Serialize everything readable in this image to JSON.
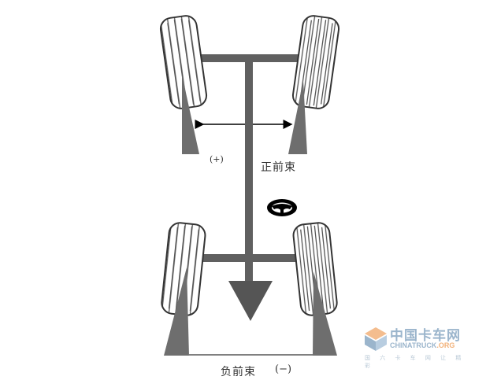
{
  "labels": {
    "positive_sign": "(+)",
    "toe_in": "正前束",
    "toe_out": "负前束",
    "negative_sign": "(−)"
  },
  "watermark": {
    "name_cn": "中国卡车网",
    "name_en_main": "CHINATRUCK",
    "name_en_suffix": ".ORG",
    "tagline": "国 六 卡 车 网 让 精 彩"
  },
  "colors": {
    "tire_tread": "#444444",
    "axle_bar": "#606060",
    "wedge": "#6e6e6e",
    "label_text": "#333333",
    "watermark": "#9bb5cc",
    "watermark_accent": "#f2b27a"
  },
  "icons": [
    "steering-wheel-icon",
    "dimension-arrow",
    "forward-arrow",
    "watermark-logo-icon"
  ]
}
